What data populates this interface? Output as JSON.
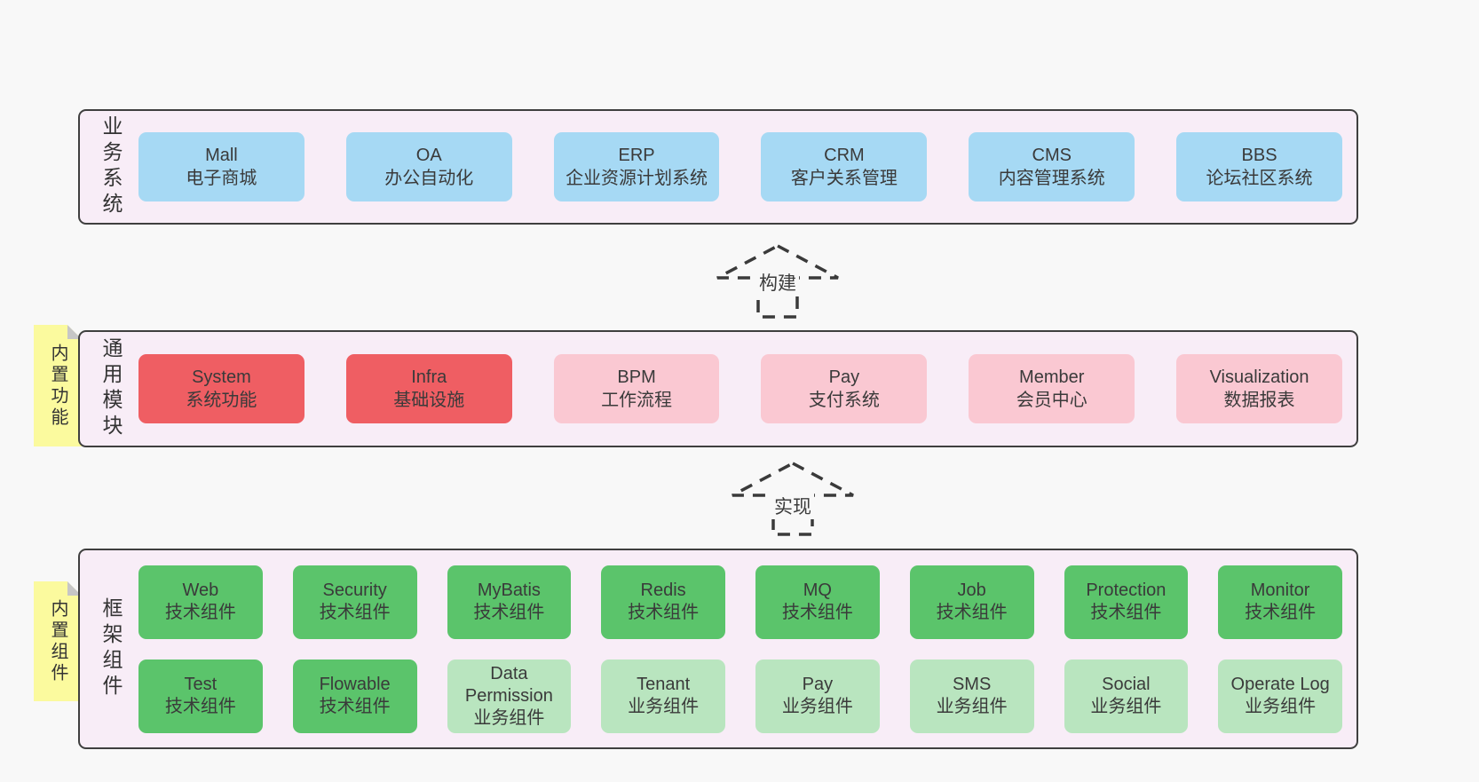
{
  "bands": [
    {
      "label": "业务系统",
      "boxes": [
        {
          "name": "Mall",
          "desc": "电子商城"
        },
        {
          "name": "OA",
          "desc": "办公自动化"
        },
        {
          "name": "ERP",
          "desc": "企业资源计划系统"
        },
        {
          "name": "CRM",
          "desc": "客户关系管理"
        },
        {
          "name": "CMS",
          "desc": "内容管理系统"
        },
        {
          "name": "BBS",
          "desc": "论坛社区系统"
        }
      ]
    },
    {
      "label": "通用模块",
      "note": "内置功能",
      "boxes": [
        {
          "name": "System",
          "desc": "系统功能"
        },
        {
          "name": "Infra",
          "desc": "基础设施"
        },
        {
          "name": "BPM",
          "desc": "工作流程"
        },
        {
          "name": "Pay",
          "desc": "支付系统"
        },
        {
          "name": "Member",
          "desc": "会员中心"
        },
        {
          "name": "Visualization",
          "desc": "数据报表"
        }
      ]
    },
    {
      "label": "框架组件",
      "note": "内置组件",
      "rows": [
        [
          {
            "name": "Web",
            "desc": "技术组件"
          },
          {
            "name": "Security",
            "desc": "技术组件"
          },
          {
            "name": "MyBatis",
            "desc": "技术组件"
          },
          {
            "name": "Redis",
            "desc": "技术组件"
          },
          {
            "name": "MQ",
            "desc": "技术组件"
          },
          {
            "name": "Job",
            "desc": "技术组件"
          },
          {
            "name": "Protection",
            "desc": "技术组件"
          },
          {
            "name": "Monitor",
            "desc": "技术组件"
          }
        ],
        [
          {
            "name": "Test",
            "desc": "技术组件"
          },
          {
            "name": "Flowable",
            "desc": "技术组件"
          },
          {
            "name": "Data Permission",
            "desc": "业务组件"
          },
          {
            "name": "Tenant",
            "desc": "业务组件"
          },
          {
            "name": "Pay",
            "desc": "业务组件"
          },
          {
            "name": "SMS",
            "desc": "业务组件"
          },
          {
            "name": "Social",
            "desc": "业务组件"
          },
          {
            "name": "Operate Log",
            "desc": "业务组件"
          }
        ]
      ]
    }
  ],
  "arrows": [
    {
      "label": "构建"
    },
    {
      "label": "实现"
    }
  ],
  "colors": {
    "page_bg": "#f8f8f8",
    "band_bg": "#f8edf7",
    "band_border": "#3f3f3f",
    "blue": "#a6d9f4",
    "red": "#ef5e63",
    "pink": "#fac8d2",
    "green": "#5bc46b",
    "light_green": "#b9e5bf",
    "note_yellow": "#fbfa9e",
    "note_fold": "#c6c6c6",
    "text": "#3a3a3a"
  }
}
